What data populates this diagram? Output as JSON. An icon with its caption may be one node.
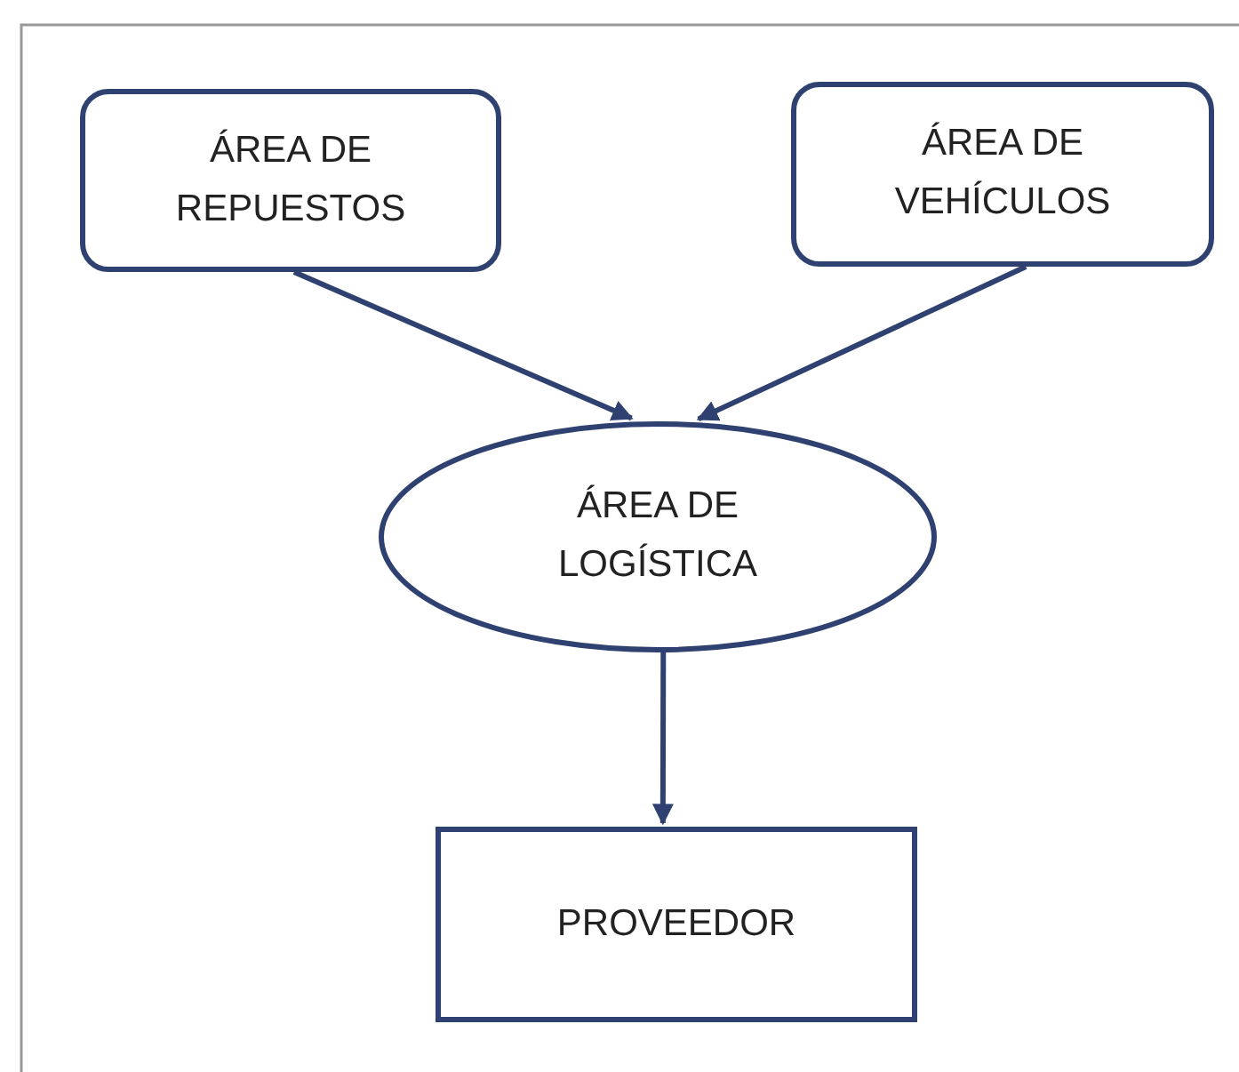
{
  "diagram": {
    "nodes": [
      {
        "text": [
          "ÁREA DE REPUESTOS"
        ]
      },
      {
        "text": [
          "ÁREA DE VEHÍCULOS"
        ]
      },
      {
        "text": [
          "ÁREA DE LOGÍSTICA"
        ]
      },
      {
        "text": [
          "PROVEEDOR"
        ]
      }
    ],
    "edges": [
      {
        "from": 0,
        "to": 2,
        "arrow": "to"
      },
      {
        "from": 1,
        "to": 2,
        "arrow": "to"
      },
      {
        "from": 2,
        "to": 3,
        "arrow": "to"
      }
    ]
  }
}
